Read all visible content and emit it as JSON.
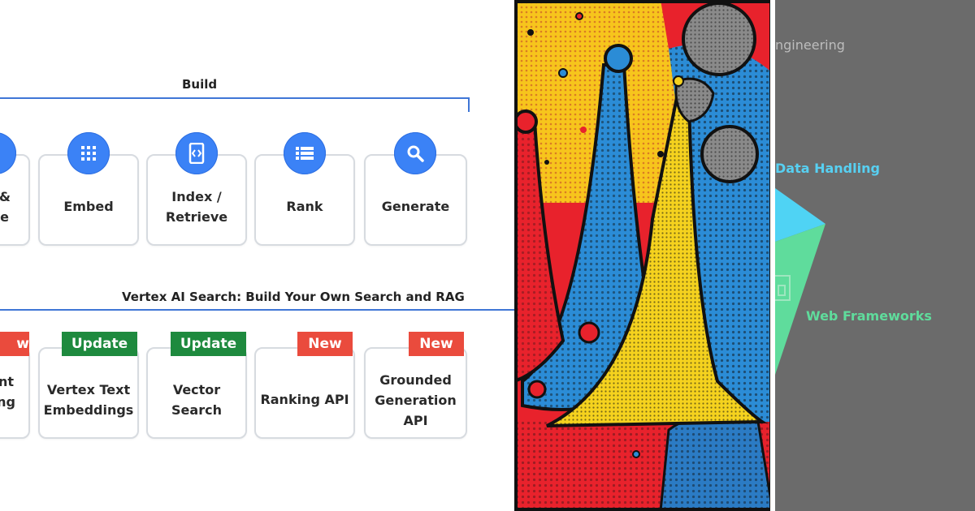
{
  "build_section": {
    "title": "Build",
    "cards": [
      {
        "label_line1": "&",
        "label_line2": "ce",
        "icon": "partial-icon"
      },
      {
        "label_line1": "Embed",
        "label_line2": "",
        "icon": "grid-icon"
      },
      {
        "label_line1": "Index /",
        "label_line2": "Retrieve",
        "icon": "code-doc-icon"
      },
      {
        "label_line1": "Rank",
        "label_line2": "",
        "icon": "list-icon"
      },
      {
        "label_line1": "Generate",
        "label_line2": "",
        "icon": "search-icon"
      }
    ]
  },
  "search_section": {
    "title": "Vertex AI Search: Build Your Own Search and RAG",
    "cards": [
      {
        "badge": "w",
        "badge_type": "new",
        "label_line1": "nt",
        "label_line2": "ng",
        "label_line3": ""
      },
      {
        "badge": "Update",
        "badge_type": "update",
        "label_line1": "Vertex Text",
        "label_line2": "Embeddings",
        "label_line3": ""
      },
      {
        "badge": "Update",
        "badge_type": "update",
        "label_line1": "Vector",
        "label_line2": "Search",
        "label_line3": ""
      },
      {
        "badge": "New",
        "badge_type": "new",
        "label_line1": "Ranking API",
        "label_line2": "",
        "label_line3": ""
      },
      {
        "badge": "New",
        "badge_type": "new",
        "label_line1": "Grounded",
        "label_line2": "Generation",
        "label_line3": "API"
      }
    ]
  },
  "diagram": {
    "top_label": "ngineering",
    "label_data": "Data Handling",
    "label_web": "Web Frameworks",
    "colors": {
      "data": "#4fd3f4",
      "web": "#5fdc9c",
      "background": "#6b6b6b"
    }
  },
  "colors": {
    "blue": "#3b82f6",
    "update": "#1e8a3e",
    "new": "#ea4b3d"
  }
}
